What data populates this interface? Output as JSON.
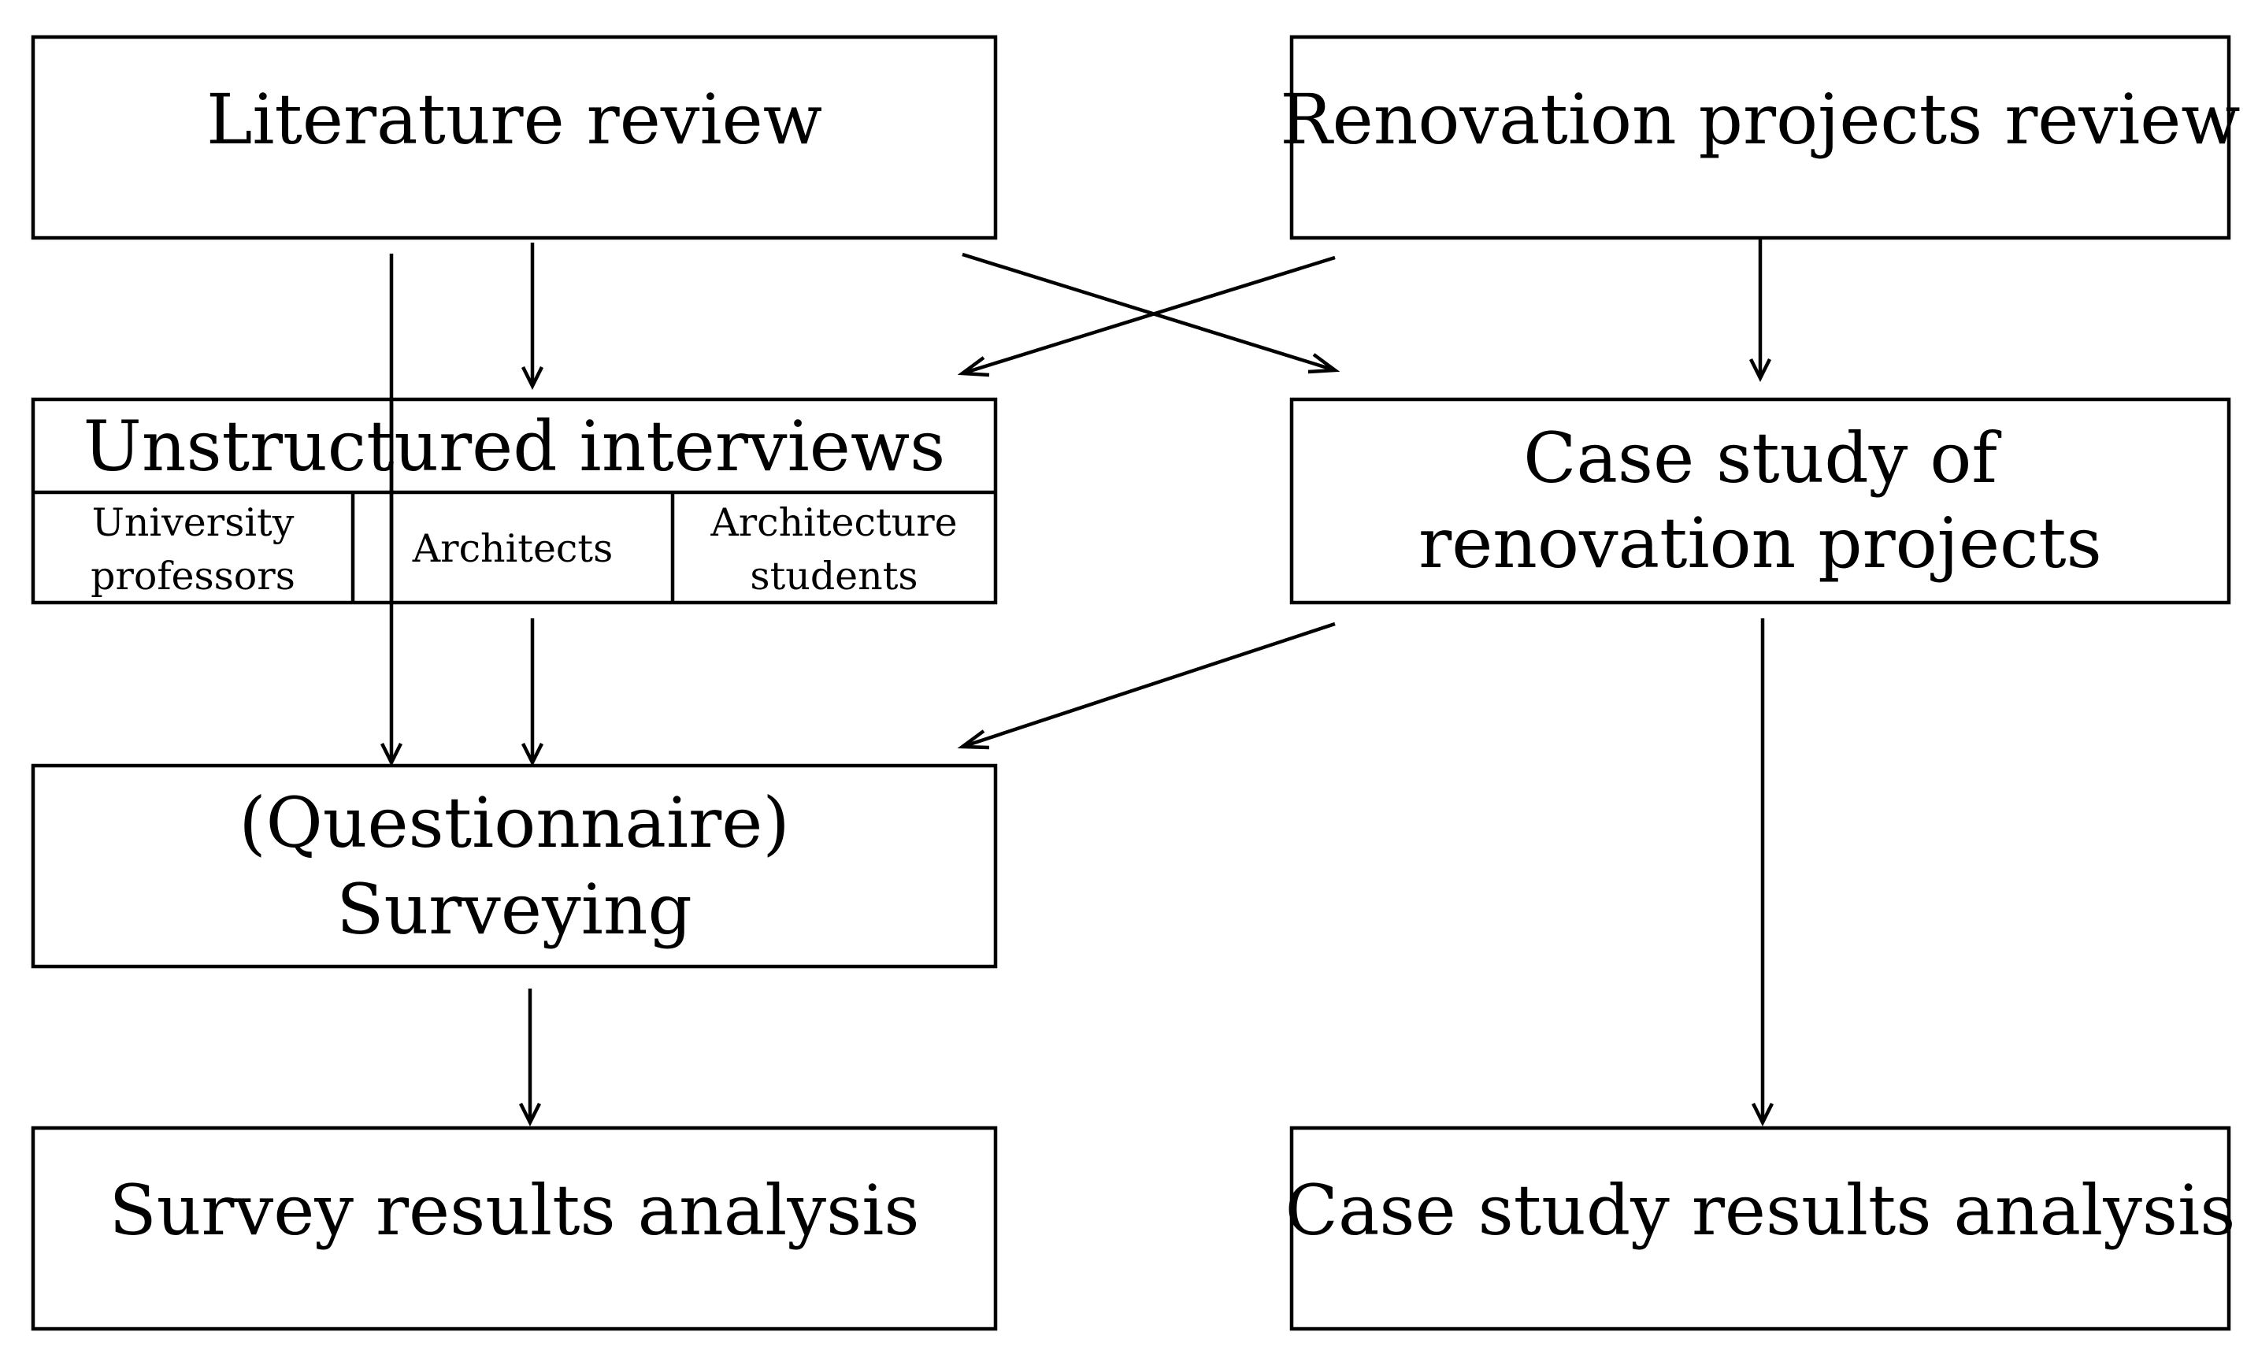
{
  "diagram": {
    "nodes": {
      "literature_review": {
        "label": "Literature review"
      },
      "renovation_review": {
        "label": "Renovation projects review"
      },
      "interviews": {
        "label": "Unstructured interviews",
        "groups": [
          {
            "line1": "University",
            "line2": "professors"
          },
          {
            "line1": "Architects"
          },
          {
            "line1": "Architecture",
            "line2": "students"
          }
        ]
      },
      "case_study": {
        "line1": "Case study of",
        "line2": "renovation projects"
      },
      "survey": {
        "line1": "(Questionnaire)",
        "line2": "Surveying"
      },
      "survey_analysis": {
        "label": "Survey results analysis"
      },
      "case_analysis": {
        "label": "Case study results analysis"
      }
    },
    "edges": [
      {
        "from": "literature_review",
        "to": "interviews"
      },
      {
        "from": "literature_review",
        "to": "survey"
      },
      {
        "from": "literature_review",
        "to": "case_study"
      },
      {
        "from": "renovation_review",
        "to": "interviews"
      },
      {
        "from": "renovation_review",
        "to": "case_study"
      },
      {
        "from": "interviews",
        "to": "survey"
      },
      {
        "from": "case_study",
        "to": "survey"
      },
      {
        "from": "survey",
        "to": "survey_analysis"
      },
      {
        "from": "case_study",
        "to": "case_analysis"
      }
    ]
  }
}
